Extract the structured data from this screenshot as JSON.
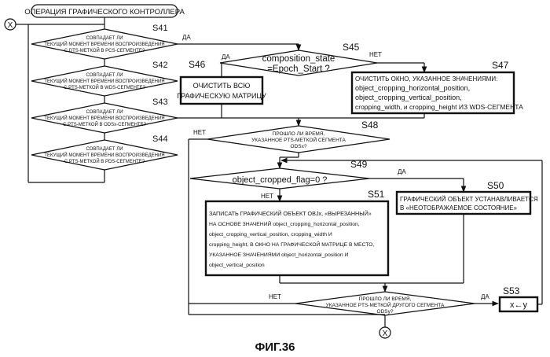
{
  "start": {
    "label": "ОПЕРАЦИЯ ГРАФИЧЕСКОГО КОНТРОЛЛЕРА",
    "connector": "X"
  },
  "end": {
    "connector": "X"
  },
  "figure_caption": "ФИГ.36",
  "decisions": {
    "s41": {
      "step": "S41",
      "lines": [
        "СОВПАДАЕТ ЛИ",
        "ТЕКУЩИЙ МОМЕНТ ВРЕМЕНИ ВОСПРОИЗВЕДЕНИЯ",
        "С DTS-МЕТКОЙ В PCS-СЕГМЕНТЕ?"
      ]
    },
    "s42": {
      "step": "S42",
      "lines": [
        "СОВПАДАЕТ ЛИ",
        "ТЕКУЩИЙ МОМЕНТ ВРЕМЕНИ ВОСПРОИЗВЕДЕНИЯ",
        "С PTS-МЕТКОЙ В WDS-СЕГМЕНТЕ?"
      ]
    },
    "s43": {
      "step": "S43",
      "lines": [
        "СОВПАДАЕТ ЛИ",
        "ТЕКУЩИЙ МОМЕНТ ВРЕМЕНИ ВОСПРОИЗВЕДЕНИЯ",
        "С PTS-МЕТКОЙ В ODSx-СЕГМЕНТЕ?"
      ]
    },
    "s44": {
      "step": "S44",
      "lines": [
        "СОВПАДАЕТ ЛИ",
        "ТЕКУЩИЙ МОМЕНТ ВРЕМЕНИ ВОСПРОИЗВЕДЕНИЯ",
        "С PTS-МЕТКОЙ В PDS-СЕГМЕНТЕ?"
      ]
    },
    "s45": {
      "step": "S45",
      "lines": [
        "composition_state",
        "=Epoch_Start ?"
      ]
    },
    "s48": {
      "step": "S48",
      "lines": [
        "ПРОШЛО ЛИ ВРЕМЯ,",
        "УКАЗАННОЕ PTS-МЕТКОЙ СЕГМЕНТА",
        "ODSx?"
      ]
    },
    "s49": {
      "step": "S49",
      "lines": [
        "object_cropped_flag=0 ?"
      ]
    },
    "s53": {
      "step": "S53",
      "lines": [
        "ПРОШЛО ЛИ ВРЕМЯ,",
        "УКАЗАННОЕ PTS-МЕТКОЙ ДРУГОГО СЕГМЕНТА",
        "ODSy?"
      ]
    }
  },
  "processes": {
    "s46": {
      "step": "S46",
      "lines": [
        "ОЧИСТИТЬ ВСЮ",
        "ГРАФИЧЕСКУЮ МАТРИЦУ"
      ]
    },
    "s47": {
      "step": "S47",
      "lines": [
        "ОЧИСТИТЬ ОКНО, УКАЗАННОЕ ЗНАЧЕНИЯМИ:",
        "object_cropping_horizontal_position,",
        "object_cropping_vertical_position,",
        "cropping_width, и cropping_height ИЗ WDS-СЕГМЕНТА"
      ]
    },
    "s50": {
      "step": "S50",
      "lines": [
        "ГРАФИЧЕСКИЙ ОБЪЕКТ УСТАНАВЛИВАЕТСЯ",
        "В «НЕОТОБРАЖАЕМОЕ СОСТОЯНИЕ»"
      ]
    },
    "s51": {
      "step": "S51",
      "lines": [
        "ЗАПИСАТЬ ГРАФИЧЕСКИЙ ОБЪЕКТ OBJx, «ВЫРЕЗАННЫЙ»",
        "НА ОСНОВЕ ЗНАЧЕНИЙ object_cropping_horizontal_position,",
        "object_cropping_vertical_position, cropping_width И",
        "cropping_height, В ОКНО НА ГРАФИЧЕСКОЙ МАТРИЦЕ В МЕСТО,",
        "УКАЗАННОЕ ЗНАЧЕНИЯМИ object_horizontal_position И",
        "object_vertical_position"
      ]
    },
    "s53box": {
      "lines": [
        "x←y"
      ]
    }
  },
  "edge_labels": {
    "yes": "ДА",
    "no": "НЕТ"
  }
}
